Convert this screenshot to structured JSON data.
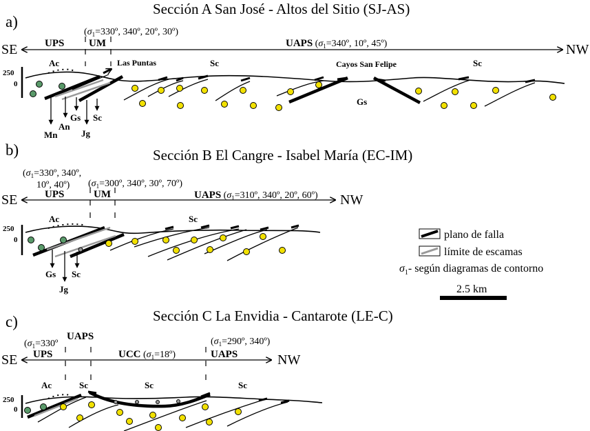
{
  "legend": {
    "fault": "plano de falla",
    "scale_limit": "límite de escamas",
    "sigma_sym": "σ",
    "sigma_sub": "1",
    "sigma_text": "- según diagramas de contorno",
    "scale_bar": "2.5 km"
  },
  "colors": {
    "ophiolite_dots": "#5a9a6a",
    "sediment_dots": "#f2e100",
    "limit_lines": "#999999"
  },
  "sections": [
    {
      "panel": "a)",
      "title": "Sección A San José - Altos del Sitio (SJ-AS)",
      "dir_left": "SE",
      "dir_right": "NW",
      "units": [
        {
          "name": "UPS",
          "sigma": ""
        },
        {
          "name": "UM",
          "sigma": "=330º, 340º, 20º, 30º)"
        },
        {
          "name": "UAPS",
          "sigma": "=340º, 10º, 45º)"
        }
      ],
      "scale": [
        "250",
        "0"
      ],
      "labels": [
        "Ac",
        "Las Puntas",
        "Sc",
        "Cayos San Felipe",
        "Sc",
        "Gs"
      ],
      "arrows": [
        "Mn",
        "An",
        "Gs",
        "Jg",
        "Sc"
      ]
    },
    {
      "panel": "b)",
      "title": "Sección B El Cangre - Isabel María (EC-IM)",
      "dir_left": "SE",
      "dir_right": "NW",
      "units": [
        {
          "name": "UPS",
          "sigma_line1": "=330º, 340º,",
          "sigma_line2": "10º, 40º)"
        },
        {
          "name": "UM",
          "sigma": "=300º, 340º, 30º, 70º)"
        },
        {
          "name": "UAPS",
          "sigma": "=310º, 340º, 20º, 60º)"
        }
      ],
      "scale": [
        "250",
        "0"
      ],
      "labels": [
        "Ac",
        "Sc"
      ],
      "arrows": [
        "Gs",
        "Jg",
        "Sc"
      ]
    },
    {
      "panel": "c)",
      "title": "Sección C La Envidia - Cantarote (LE-C)",
      "dir_left": "SE",
      "dir_right": "NW",
      "units": [
        {
          "name": "UPS",
          "sigma": "=330º"
        },
        {
          "name": "UAPS",
          "sigma": ""
        },
        {
          "name": "UCC",
          "sigma": "=18º)"
        },
        {
          "name": "UAPS",
          "sigma": "=290º, 340º)"
        }
      ],
      "scale": [
        "250",
        "0"
      ],
      "labels": [
        "Ac",
        "Sc",
        "Sc",
        "Sc"
      ]
    }
  ]
}
